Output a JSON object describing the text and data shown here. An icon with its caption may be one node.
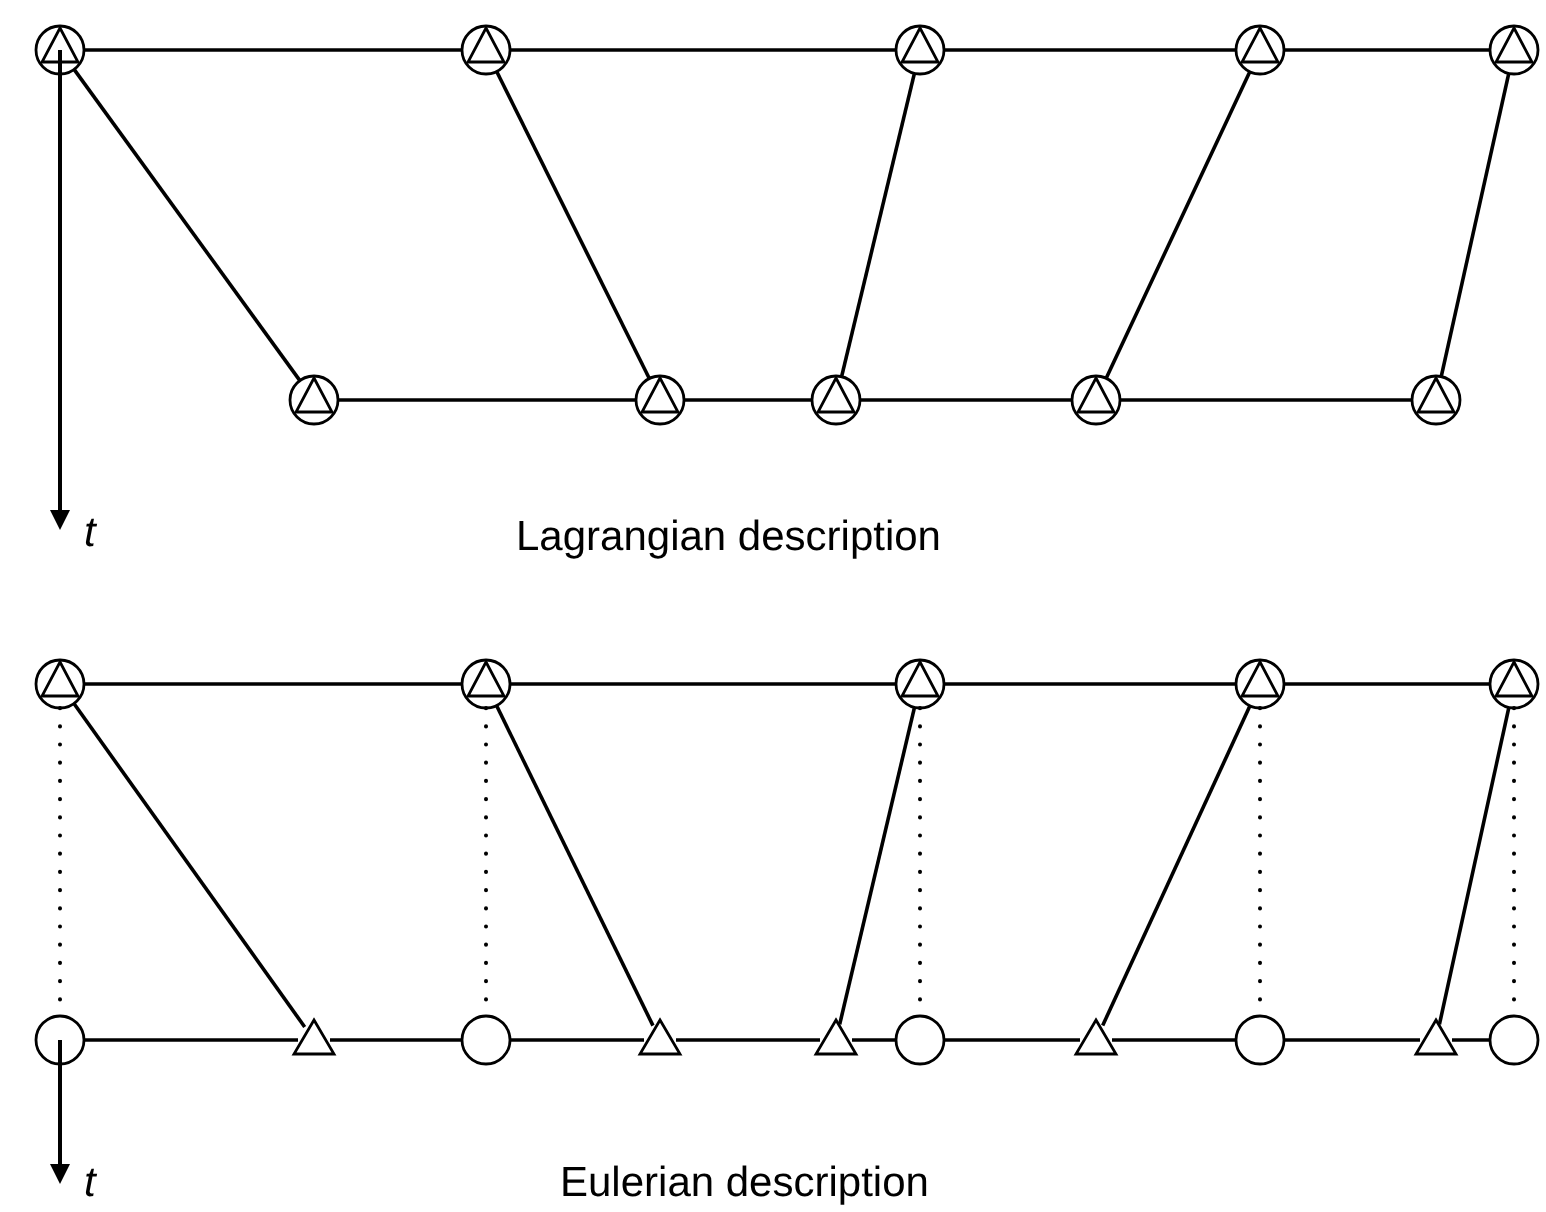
{
  "diagram": {
    "nodes": [
      {
        "text": [],
        "shape": "marker"
      },
      {
        "text": [],
        "shape": "marker"
      },
      {
        "text": [],
        "shape": "marker"
      },
      {
        "text": [],
        "shape": "marker"
      },
      {
        "text": [],
        "shape": "marker"
      },
      {
        "text": [],
        "shape": "marker"
      },
      {
        "text": [],
        "shape": "marker"
      },
      {
        "text": [],
        "shape": "marker"
      },
      {
        "text": [],
        "shape": "marker"
      },
      {
        "text": [],
        "shape": "marker"
      },
      {
        "text": [],
        "shape": "marker"
      },
      {
        "text": [],
        "shape": "marker"
      },
      {
        "text": [],
        "shape": "marker"
      },
      {
        "text": [],
        "shape": "marker"
      },
      {
        "text": [],
        "shape": "marker"
      },
      {
        "text": [],
        "shape": "circle"
      },
      {
        "text": [],
        "shape": "triangle"
      },
      {
        "text": [],
        "shape": "circle"
      },
      {
        "text": [],
        "shape": "triangle"
      },
      {
        "text": [],
        "shape": "triangle"
      },
      {
        "text": [],
        "shape": "circle"
      },
      {
        "text": [],
        "shape": "triangle"
      },
      {
        "text": [],
        "shape": "circle"
      },
      {
        "text": [],
        "shape": "triangle"
      },
      {
        "text": [],
        "shape": "circle"
      }
    ],
    "edges": [
      {
        "from": 0,
        "to": 1,
        "arrow": "none"
      },
      {
        "from": 1,
        "to": 2,
        "arrow": "none"
      },
      {
        "from": 2,
        "to": 3,
        "arrow": "none"
      },
      {
        "from": 3,
        "to": 4,
        "arrow": "none"
      },
      {
        "from": 5,
        "to": 6,
        "arrow": "none"
      },
      {
        "from": 6,
        "to": 7,
        "arrow": "none"
      },
      {
        "from": 7,
        "to": 8,
        "arrow": "none"
      },
      {
        "from": 8,
        "to": 9,
        "arrow": "none"
      },
      {
        "from": 0,
        "to": 5,
        "arrow": "none"
      },
      {
        "from": 1,
        "to": 6,
        "arrow": "none"
      },
      {
        "from": 2,
        "to": 7,
        "arrow": "none"
      },
      {
        "from": 3,
        "to": 8,
        "arrow": "none"
      },
      {
        "from": 4,
        "to": 9,
        "arrow": "none"
      },
      {
        "from": 10,
        "to": 11,
        "arrow": "none"
      },
      {
        "from": 11,
        "to": 12,
        "arrow": "none"
      },
      {
        "from": 12,
        "to": 13,
        "arrow": "none"
      },
      {
        "from": 13,
        "to": 14,
        "arrow": "none"
      },
      {
        "from": 15,
        "to": 16,
        "arrow": "none"
      },
      {
        "from": 16,
        "to": 17,
        "arrow": "none"
      },
      {
        "from": 17,
        "to": 18,
        "arrow": "none"
      },
      {
        "from": 18,
        "to": 19,
        "arrow": "none"
      },
      {
        "from": 19,
        "to": 20,
        "arrow": "none"
      },
      {
        "from": 20,
        "to": 21,
        "arrow": "none"
      },
      {
        "from": 21,
        "to": 22,
        "arrow": "none"
      },
      {
        "from": 22,
        "to": 23,
        "arrow": "none"
      },
      {
        "from": 23,
        "to": 24,
        "arrow": "none"
      },
      {
        "from": 10,
        "to": 16,
        "arrow": "none"
      },
      {
        "from": 11,
        "to": 18,
        "arrow": "none"
      },
      {
        "from": 12,
        "to": 19,
        "arrow": "none"
      },
      {
        "from": 13,
        "to": 21,
        "arrow": "none"
      },
      {
        "from": 14,
        "to": 23,
        "arrow": "none"
      },
      {
        "from": 10,
        "to": 15,
        "arrow": "none",
        "style": "dashed"
      },
      {
        "from": 11,
        "to": 17,
        "arrow": "none",
        "style": "dashed"
      },
      {
        "from": 12,
        "to": 20,
        "arrow": "none",
        "style": "dashed"
      },
      {
        "from": 13,
        "to": 22,
        "arrow": "none",
        "style": "dashed"
      },
      {
        "from": 14,
        "to": 24,
        "arrow": "none",
        "style": "dashed"
      }
    ],
    "labels": [
      "t",
      "Lagrangian description",
      "t",
      "Eulerian description"
    ]
  }
}
